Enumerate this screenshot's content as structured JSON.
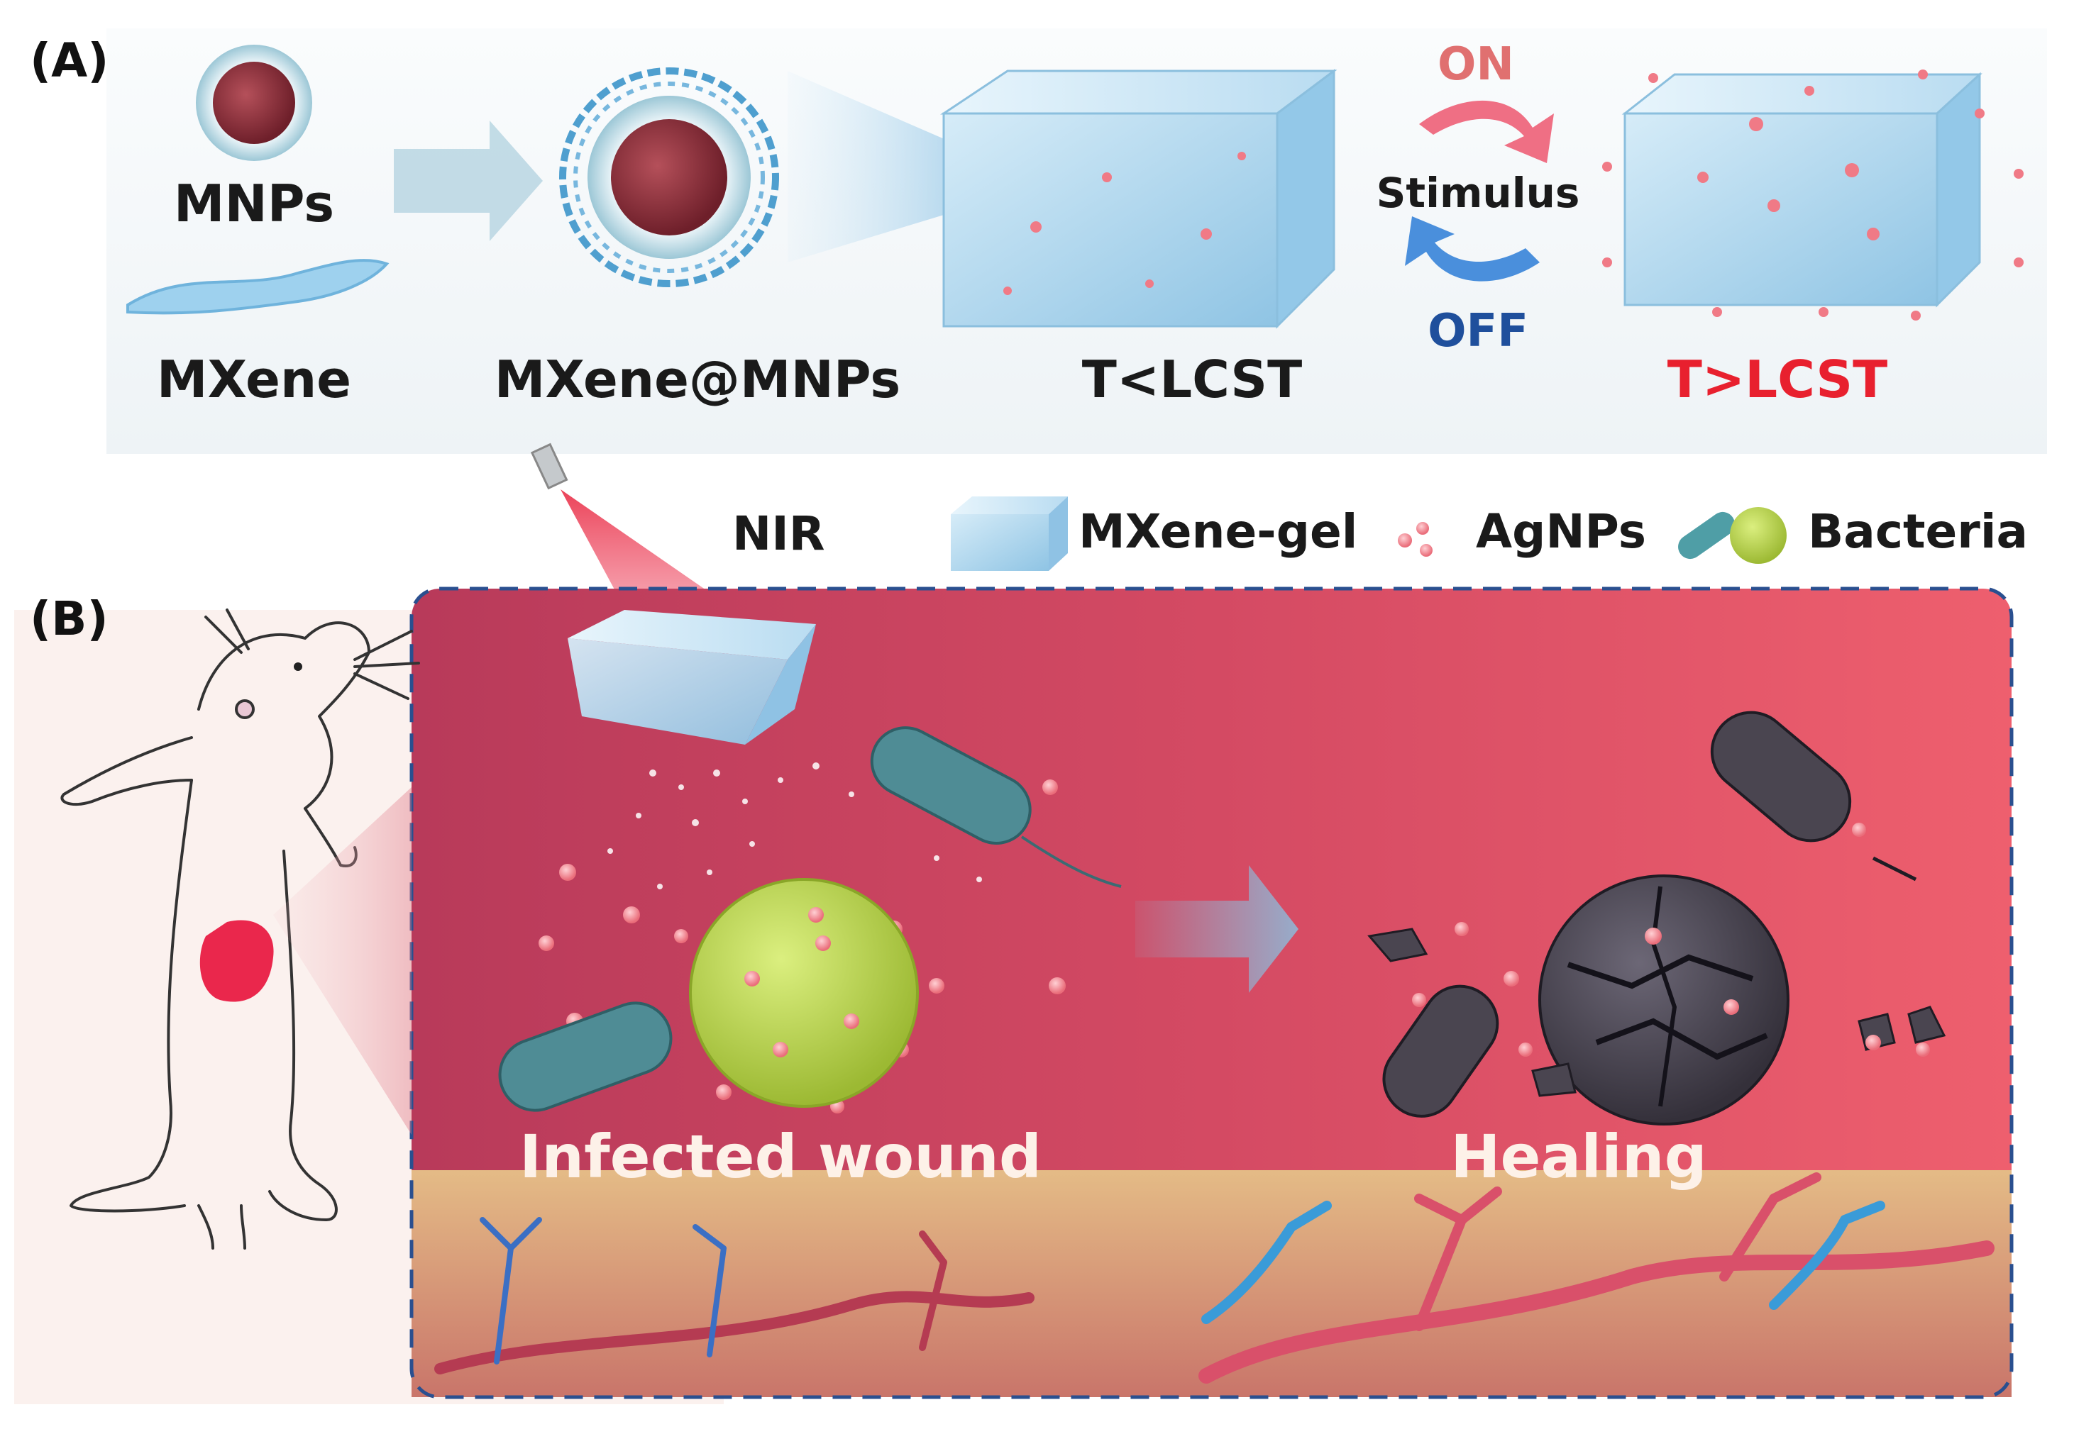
{
  "panel_a": {
    "label": "(A)",
    "mnps_label": "MNPs",
    "mxene_label": "MXene",
    "composite_label": "MXene@MNPs",
    "cold_label": "T<LCST",
    "hot_label": "T>LCST",
    "on_label": "ON",
    "off_label": "OFF",
    "stimulus_label": "Stimulus"
  },
  "legend": {
    "nir_label": "NIR",
    "gel_label": "MXene-gel",
    "agnps_label": "AgNPs",
    "bacteria_label": "Bacteria"
  },
  "panel_b": {
    "label": "(B)",
    "infected_label": "Infected wound",
    "healing_label": "Healing"
  },
  "colors": {
    "on": "#e07070",
    "off": "#1f4f9c",
    "hot": "#e8202e",
    "dark_text": "#1a1a1a",
    "gel": "#a9d6ef",
    "wound": "#c73a57",
    "skin": "#e8c48f",
    "bacteria_rod": "#4f8c95",
    "bacteria_sphere": "#b8d34a",
    "dead_bacteria": "#4a4550",
    "dashed_border": "#2a4f8f"
  }
}
